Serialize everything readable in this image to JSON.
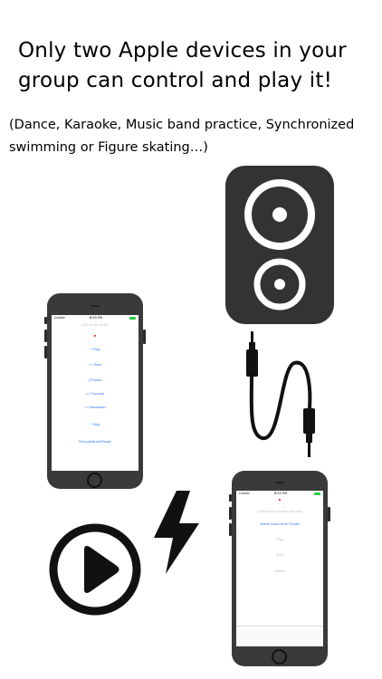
{
  "headline": "Only two Apple devices in your group can control and play it!",
  "subline": "(Dance, Karaoke, Music band practice, Synchronized swimming or Figure skating…)",
  "phone_left": {
    "status_carrier": "Carrier",
    "status_time": "8:50 PM",
    "connection_label": "iOS 00:00:00 00",
    "stop_label": "■",
    "items": [
      "> Play",
      "<< Rew",
      "|| Pause",
      ">> Forward",
      "<< Backward",
      "* Skip"
    ],
    "remote_label": "RemoteMusicPlayer"
  },
  "phone_right": {
    "status_carrier": "Carrier",
    "status_time": "8:52 PM",
    "stop_label": "■",
    "hint": "Sync music to other devices",
    "install_label": "Install music from iTunes",
    "gray_items": [
      "Play",
      "Stop",
      "Delete"
    ]
  },
  "icons": {
    "speaker": "speaker-icon",
    "cable": "audio-cable-icon",
    "bolt": "lightning-bolt-icon",
    "play": "play-circle-icon"
  },
  "colors": {
    "phone_body": "#3a3a3a",
    "speaker_body": "#333333",
    "link_blue": "#3478f6",
    "stop_red": "#e23b2e"
  }
}
